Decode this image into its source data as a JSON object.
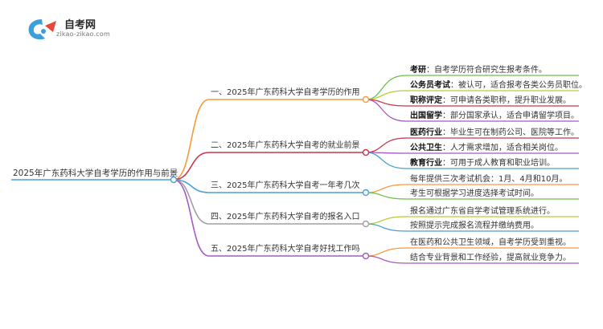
{
  "logo": {
    "title": "自考网",
    "subtitle": "zikao-zikao.com"
  },
  "root": "2025年广东药科大学自考学历的作用与前景",
  "branches": [
    {
      "label": "一、2025年广东药科大学自考学历的作用",
      "color": "#f59a3a",
      "leaves": [
        {
          "key": "考研",
          "text": "：自考学历符合研究生报考条件。",
          "color": "#6bbf4a"
        },
        {
          "key": "公务员考试",
          "text": "：被认可，适合报考各类公务员职位。",
          "color": "#b6cc3a"
        },
        {
          "key": "职称评定",
          "text": "：可申请各类职称，提升职业发展。",
          "color": "#c9354a"
        },
        {
          "key": "出国留学",
          "text": "：部分国家承认，适合申请留学项目。",
          "color": "#a55ac2"
        }
      ]
    },
    {
      "label": "二、2025年广东药科大学自考的就业前景",
      "color": "#c9354a",
      "leaves": [
        {
          "key": "医药行业",
          "text": "：毕业生可在制药公司、医院等工作。",
          "color": "#c9354a"
        },
        {
          "key": "公共卫生",
          "text": "：人才需求增加，适合相关岗位。",
          "color": "#a55ac2"
        },
        {
          "key": "教育行业",
          "text": "：可用于成人教育和职业培训。",
          "color": "#4a9fd8"
        }
      ]
    },
    {
      "label": "三、2025年广东药科大学自考一年考几次",
      "color": "#4a9fd8",
      "leaves": [
        {
          "key": "",
          "text": "每年提供三次考试机会：1月、4月和10月。",
          "color": "#f59a3a"
        },
        {
          "key": "",
          "text": "考生可根据学习进度选择考试时间。",
          "color": "#6bbf4a"
        }
      ]
    },
    {
      "label": "四、2025年广东药科大学自考的报名入口",
      "color": "#a0a0a0",
      "leaves": [
        {
          "key": "",
          "text": "报名通过广东省自学考试管理系统进行。",
          "color": "#b6cc3a"
        },
        {
          "key": "",
          "text": "按照提示完成报名流程并缴纳费用。",
          "color": "#4a9fd8"
        }
      ]
    },
    {
      "label": "五、2025年广东药科大学自考好找工作吗",
      "color": "#a55ac2",
      "leaves": [
        {
          "key": "",
          "text": "在医药和公共卫生领域，自考学历受到重视。",
          "color": "#f59a3a"
        },
        {
          "key": "",
          "text": "结合专业背景和工作经验，提高就业竞争力。",
          "color": "#a55ac2"
        }
      ]
    }
  ],
  "root_color": "#4a9fd8"
}
